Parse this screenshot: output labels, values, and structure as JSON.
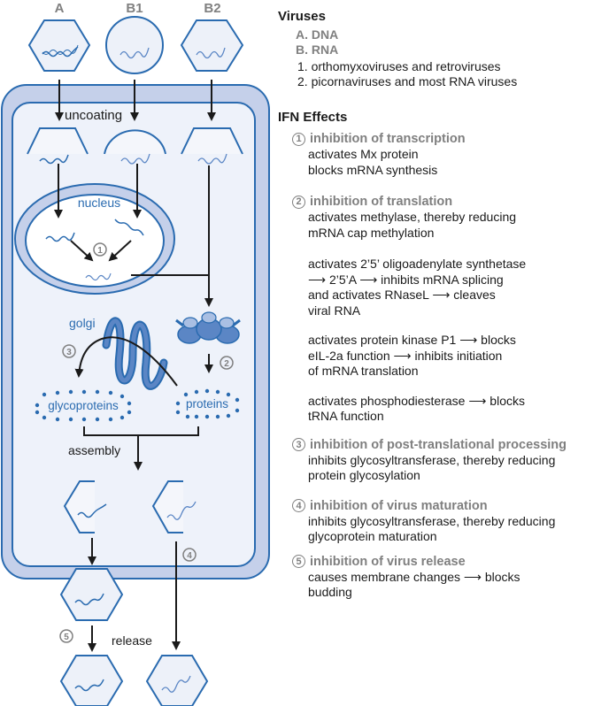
{
  "diagram": {
    "virus_labels": [
      "A",
      "B1",
      "B2"
    ],
    "labels": {
      "uncoating": "uncoating",
      "nucleus": "nucleus",
      "golgi": "golgi",
      "glycoproteins": "glycoproteins",
      "proteins": "proteins",
      "assembly": "assembly",
      "release": "release"
    },
    "step_markers": [
      "1",
      "2",
      "3",
      "4",
      "5"
    ],
    "colors": {
      "outline": "#2a6bb0",
      "cell_membrane": "#c5d0ea",
      "cytoplasm": "#eef2fa",
      "capsid_fill": "#edf1f9",
      "nucleus_fill": "#ffffff",
      "organelle": "#5b86c5",
      "organelle_light": "#a9bfe3",
      "arrow": "#1a1a1a",
      "marker": "#7f7f7f",
      "label_blue": "#2a6bb0"
    }
  },
  "legend": {
    "viruses_title": "Viruses",
    "virus_types": [
      "A. DNA",
      "B. RNA"
    ],
    "rna_subtypes": [
      "1.  orthomyxoviruses and retroviruses",
      "2.  picornaviruses and most RNA viruses"
    ],
    "effects_title": "IFN Effects",
    "effects": [
      {
        "num": "1",
        "title": "inhibition of transcription",
        "blocks": [
          [
            "activates Mx protein",
            "blocks mRNA synthesis"
          ]
        ]
      },
      {
        "num": "2",
        "title": "inhibition of translation",
        "blocks": [
          [
            "activates methylase, thereby reducing",
            "mRNA cap methylation"
          ],
          [
            "activates 2’5’ oligoadenylate synthetase",
            "⟶ 2’5’A ⟶   inhibits mRNA splicing",
            "and activates RNaseL ⟶ cleaves",
            "viral RNA"
          ],
          [
            "activates protein kinase P1 ⟶ blocks",
            "eIL-2a function ⟶ inhibits initiation",
            "of mRNA translation"
          ],
          [
            "activates phosphodiesterase ⟶ blocks",
            "tRNA function"
          ]
        ]
      },
      {
        "num": "3",
        "title": "inhibition of post-translational processing",
        "blocks": [
          [
            "inhibits glycosyltransferase, thereby reducing",
            "protein glycosylation"
          ]
        ]
      },
      {
        "num": "4",
        "title": "inhibition of virus maturation",
        "blocks": [
          [
            "inhibits glycosyltransferase, thereby reducing",
            "glycoprotein maturation"
          ]
        ]
      },
      {
        "num": "5",
        "title": "inhibition of virus release",
        "blocks": [
          [
            "causes membrane changes ⟶ blocks",
            "budding"
          ]
        ]
      }
    ]
  }
}
